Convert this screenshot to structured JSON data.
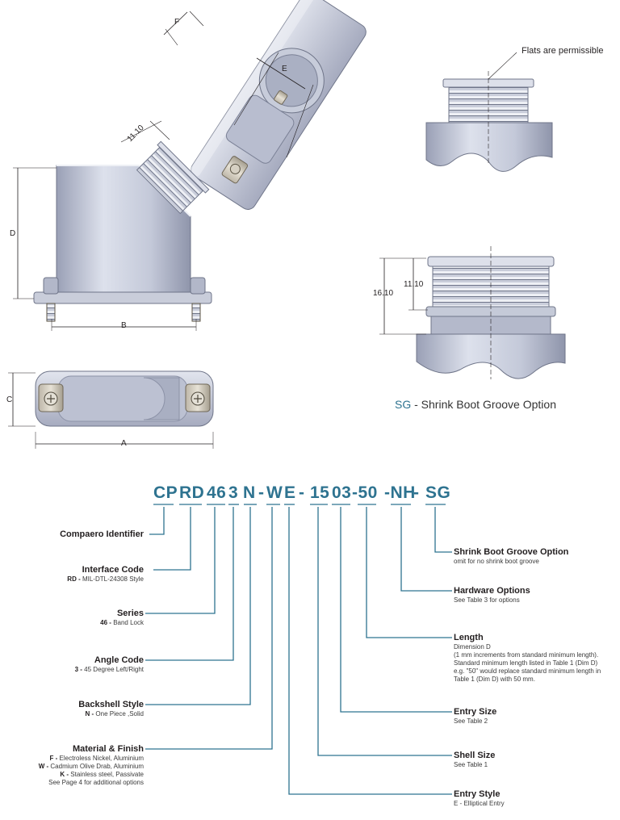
{
  "dimensions": {
    "f": "F",
    "e": "E",
    "d": "D",
    "b": "B",
    "c": "C",
    "a": "A",
    "thread_len_angled": "11.10",
    "thread_len_sg": "11.10",
    "groove_height_sg": "16.10"
  },
  "flats_note": "Flats are permissible",
  "sg_caption": {
    "code": "SG",
    "text": " - Shrink Boot Groove Option"
  },
  "part_code": [
    {
      "text": "CP"
    },
    {
      "text": "RD"
    },
    {
      "text": "46"
    },
    {
      "text": "3"
    },
    {
      "text": "N"
    },
    {
      "text": "-"
    },
    {
      "text": "W"
    },
    {
      "text": "E"
    },
    {
      "text": "-"
    },
    {
      "text": "15"
    },
    {
      "text": "03"
    },
    {
      "text": "-50"
    },
    {
      "text": "-NH"
    },
    {
      "text": "-"
    },
    {
      "text": "SG"
    }
  ],
  "left_labels": [
    {
      "title": "Compaero Identifier",
      "lines": []
    },
    {
      "title": "Interface Code",
      "lines": [
        {
          "key": "RD - ",
          "val": "MIL-DTL-24308 Style"
        }
      ]
    },
    {
      "title": "Series",
      "lines": [
        {
          "key": "46 - ",
          "val": "Band Lock"
        }
      ]
    },
    {
      "title": "Angle Code",
      "lines": [
        {
          "key": "3 - ",
          "val": "45  Degree  Left/Right"
        }
      ]
    },
    {
      "title": "Backshell Style",
      "lines": [
        {
          "key": "N - ",
          "val": "One Piece ,Solid"
        }
      ]
    },
    {
      "title": "Material & Finish",
      "lines": [
        {
          "key": "F - ",
          "val": "Electroless Nickel, Aluminium"
        },
        {
          "key": "W - ",
          "val": "Cadmium Olive Drab, Aluminium"
        },
        {
          "key": "K - ",
          "val": "Stainless steel, Passivate"
        },
        {
          "key": "",
          "val": "See Page 4 for additional options"
        }
      ]
    }
  ],
  "right_labels": [
    {
      "title": "Shrink Boot Groove Option",
      "lines": [
        "omit for no shrink boot groove"
      ]
    },
    {
      "title": "Hardware Options",
      "lines": [
        "See Table 3 for options"
      ]
    },
    {
      "title": "Length",
      "lines": [
        "Dimension D",
        "(1 mm increments from standard minimum length).",
        "Standard minimum length listed in Table 1 (Dim D)",
        "e.g. \"50\" would replace standard minimum length in",
        "Table 1 (Dim D) with 50 mm."
      ]
    },
    {
      "title": "Entry Size",
      "lines": [
        "See Table 2"
      ]
    },
    {
      "title": "Shell Size",
      "lines": [
        "See Table 1"
      ]
    },
    {
      "title": "Entry Style",
      "lines": [
        "E - Elliptical Entry"
      ]
    }
  ],
  "colors": {
    "accent": "#2e7390",
    "metal_light": "#d8dce8",
    "metal_mid": "#b8bdd0",
    "metal_dark": "#8e94aa",
    "line": "#231f20"
  }
}
